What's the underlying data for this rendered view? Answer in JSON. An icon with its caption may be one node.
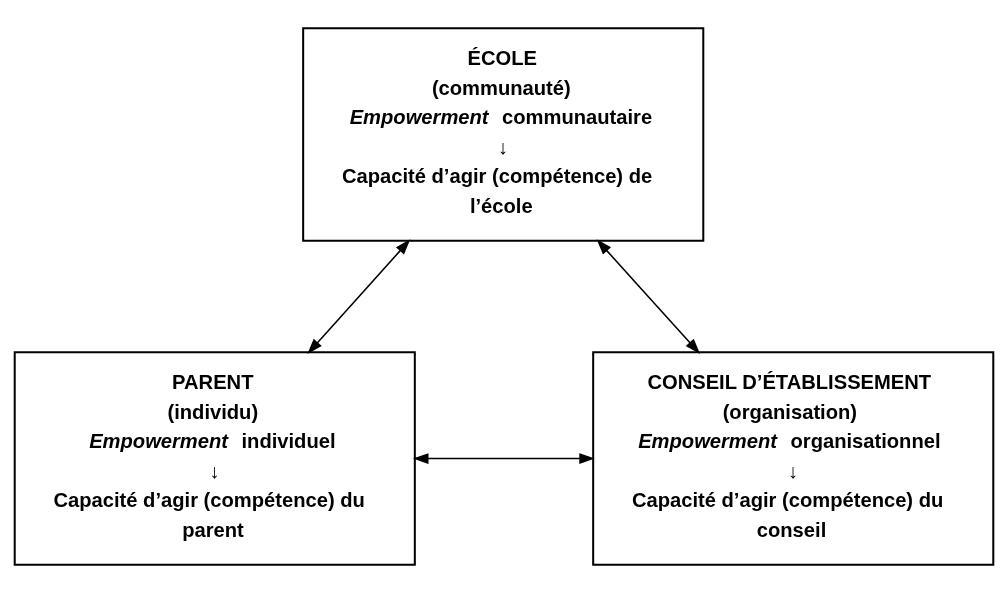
{
  "diagram": {
    "nodes": [
      {
        "text": [
          "ÉCOLE",
          "(communauté)",
          "*Empowerment* communautaire",
          "↓",
          "Capacité d’agir (compétence) de l’école"
        ]
      },
      {
        "text": [
          "PARENT",
          "(individu)",
          "*Empowerment* individuel",
          "↓",
          "Capacité d’agir (compétence) du parent"
        ]
      },
      {
        "text": [
          "CONSEIL D’ÉTABLISSEMENT",
          "(organisation)",
          "*Empowerment* organisationnel",
          "↓",
          "Capacité d’agir (compétence) du conseil"
        ]
      }
    ],
    "edges": [
      {
        "from": 0,
        "to": 1,
        "arrow": "both"
      },
      {
        "from": 0,
        "to": 2,
        "arrow": "both"
      },
      {
        "from": 1,
        "to": 2,
        "arrow": "both"
      }
    ]
  }
}
